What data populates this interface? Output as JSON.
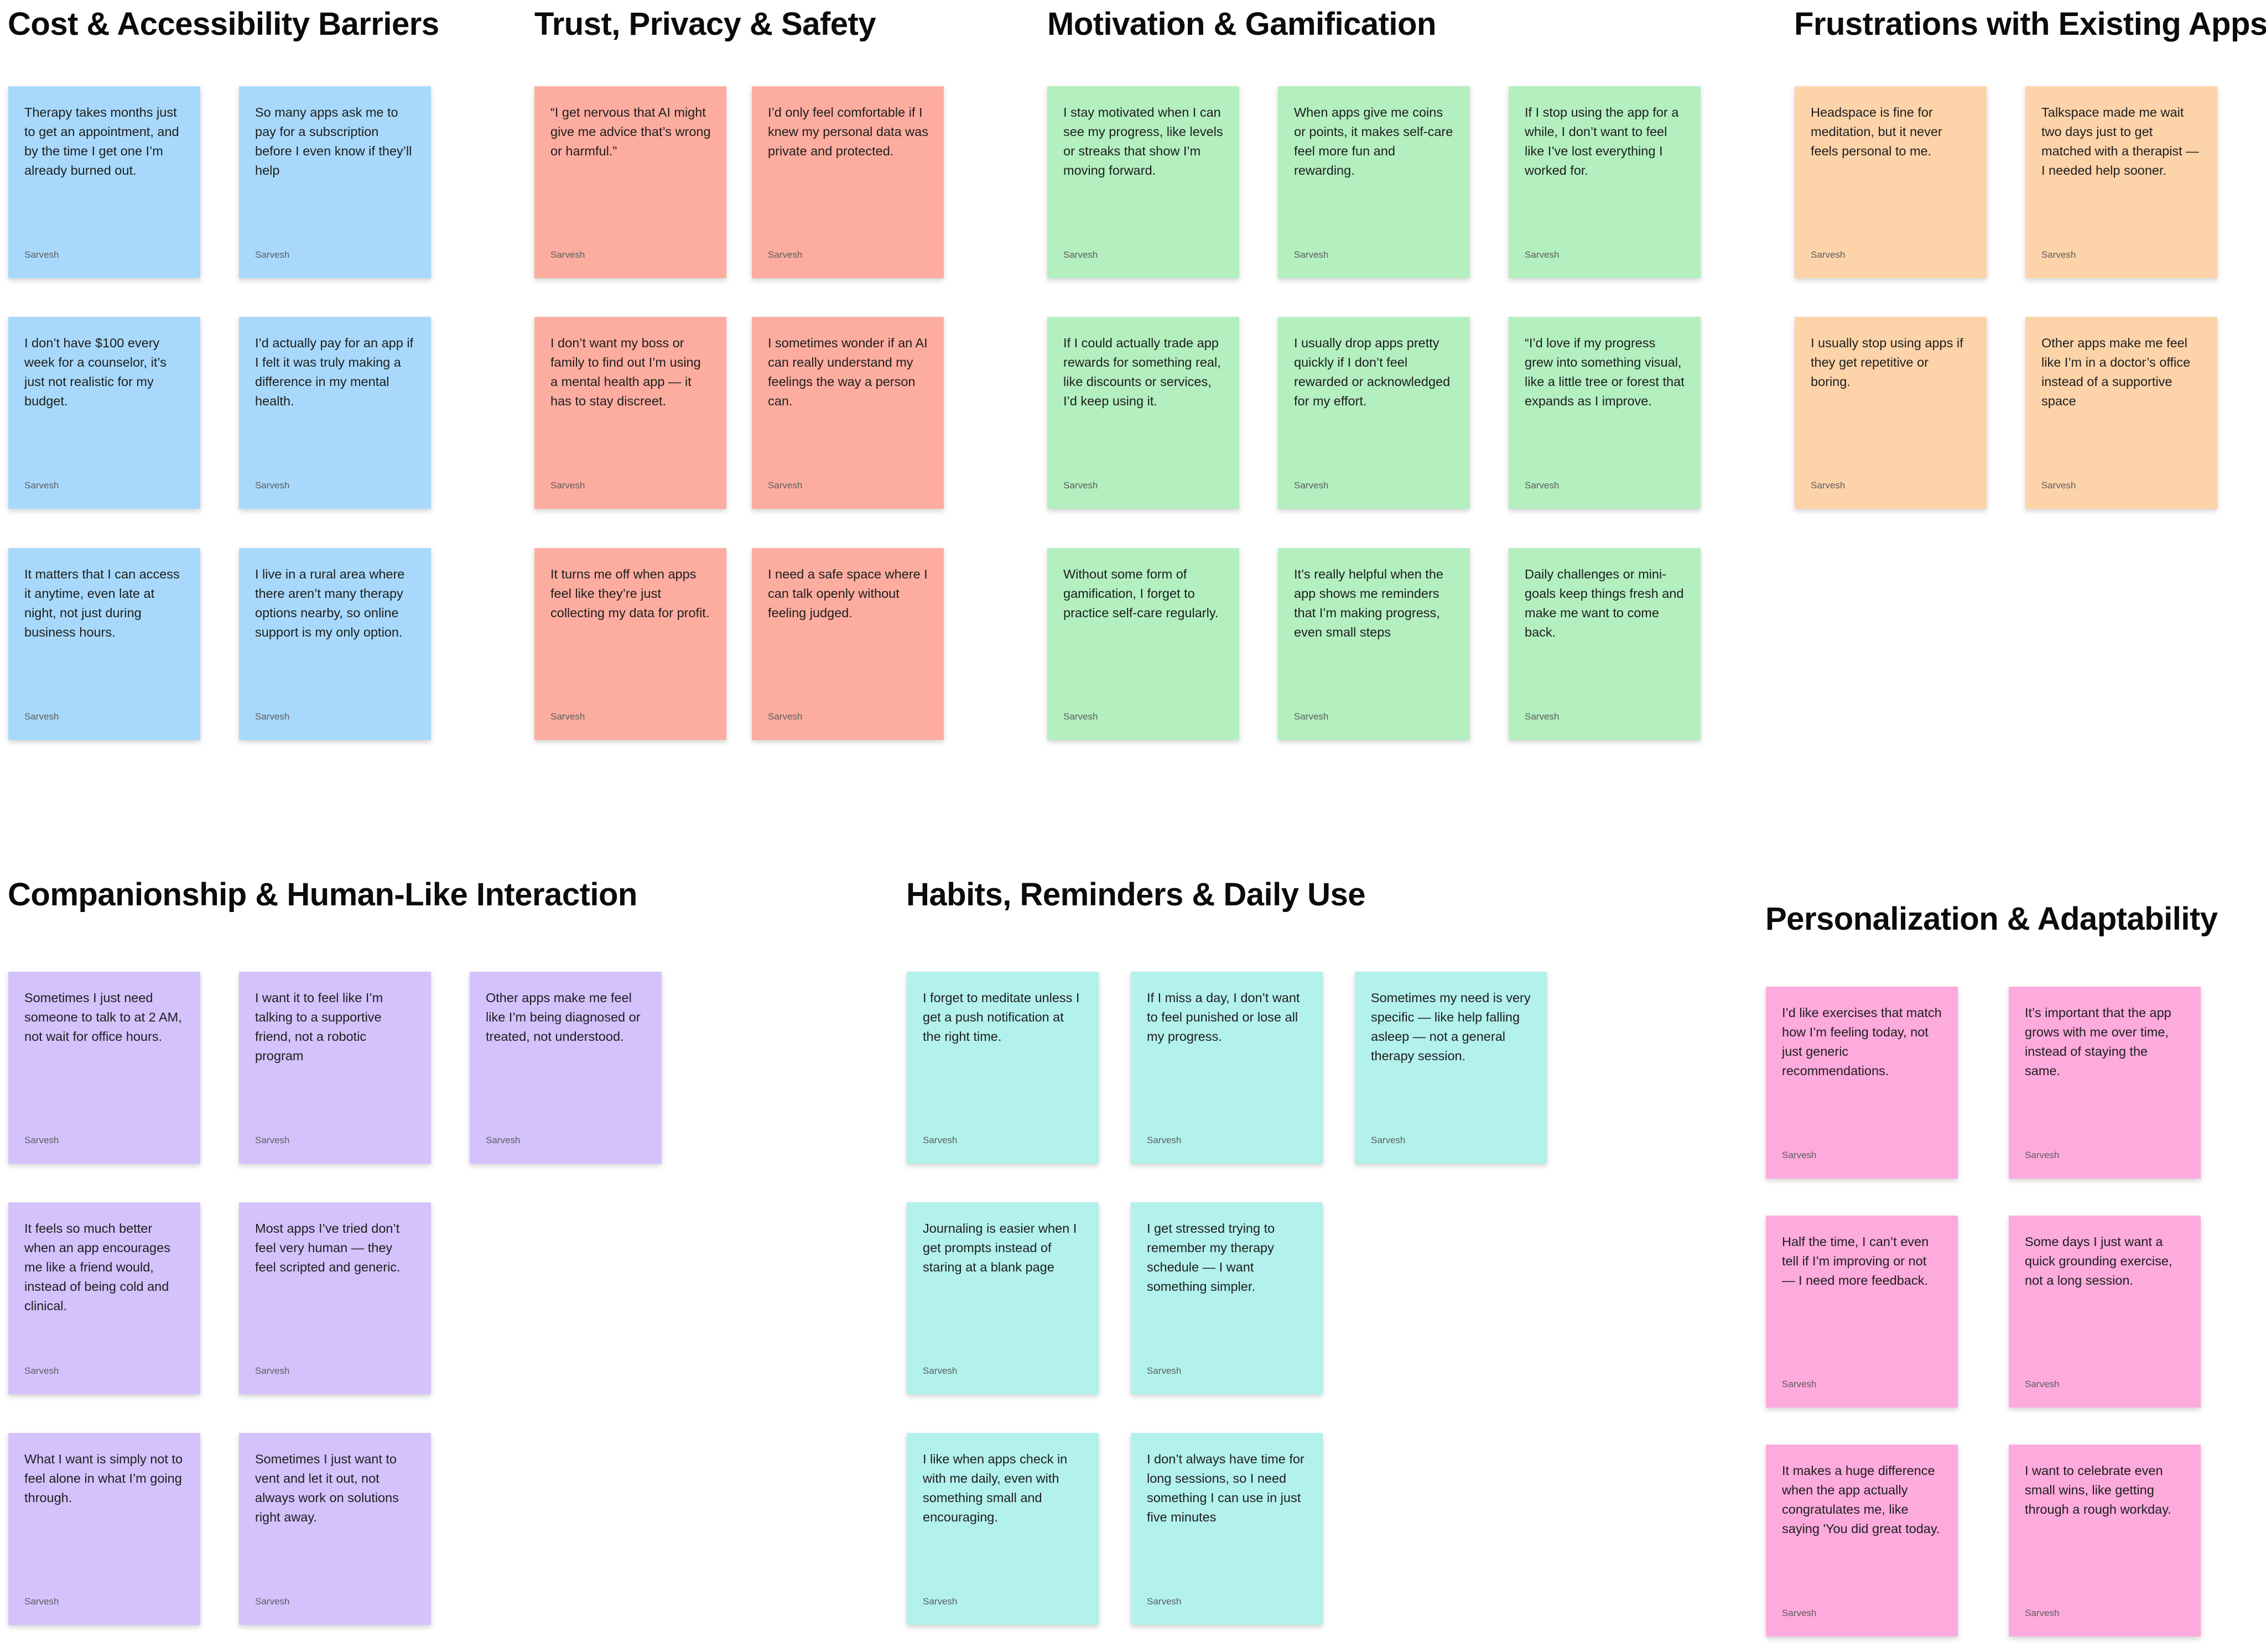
{
  "author": "Sarvesh",
  "colors": {
    "cost": "#a8d9fc",
    "trust": "#fdada0",
    "motivation": "#b3efbf",
    "frustrations": "#fdd3a9",
    "companionship": "#d4c2fd",
    "habits": "#b3f1ec",
    "personalization": "#fdaadc"
  },
  "groups": {
    "cost": {
      "title": "Cost & Accessibility Barriers",
      "notes": [
        "Therapy takes months just to get an appointment, and by the time I get one I’m already burned out.",
        "So many apps ask me to pay for a subscription before I even know if they’ll help",
        "I don’t have $100 every week for a counselor, it’s just not realistic for my budget.",
        "I’d actually pay for an app if I felt it was truly making a difference in my mental health.",
        "It matters that I can access it anytime, even late at night, not just during business hours.",
        "I live in a rural area where there aren’t many therapy options nearby, so online support is my only option."
      ]
    },
    "trust": {
      "title": "Trust, Privacy & Safety",
      "notes": [
        "“I get nervous that AI might give me advice that’s wrong or harmful.”",
        "I’d only feel comfortable if I knew my personal data was private and protected.",
        "I don’t want my boss or family to find out I’m using a mental health app — it has to stay discreet.",
        "I sometimes wonder if an AI can really understand my feelings the way a person can.",
        "It turns me off when apps feel like they’re just collecting my data for profit.",
        "I need a safe space where I can talk openly without feeling judged."
      ]
    },
    "motivation": {
      "title": "Motivation & Gamification",
      "notes": [
        "I stay motivated when I can see my progress, like levels or streaks that show I’m moving forward.",
        "When apps give me coins or points, it makes self-care feel more fun and rewarding.",
        "If I stop using the app for a while, I don’t want to feel like I’ve lost everything I worked for.",
        "If I could actually trade app rewards for something real, like discounts or services, I’d keep using it.",
        "I usually drop apps pretty quickly if I don’t feel rewarded or acknowledged for my effort.",
        "“I’d love if my progress grew into something visual, like a little tree or forest that expands as I improve.",
        "Without some form of gamification, I forget to practice self-care regularly.",
        "It’s really helpful when the app shows me reminders that I’m making progress, even small steps",
        "Daily challenges or mini-goals keep things fresh and make me want to come back."
      ]
    },
    "frustrations": {
      "title": "Frustrations with Existing Apps",
      "notes": [
        "Headspace is fine for meditation, but it never feels personal to me.",
        "Talkspace made me wait two days just to get matched with a therapist — I needed help sooner.",
        "I usually stop using apps if they get repetitive or boring.",
        "Other apps make me feel like I’m in a doctor’s office instead of a supportive space"
      ]
    },
    "companionship": {
      "title": "Companionship & Human-Like Interaction",
      "notes": [
        "Sometimes I just need someone to talk to at 2 AM, not wait for office hours.",
        "I want it to feel like I’m talking to a supportive friend, not a robotic program",
        "Other apps make me feel like I’m being diagnosed or treated, not understood.",
        "It feels so much better when an app encourages me like a friend would, instead of being cold and clinical.",
        "Most apps I’ve tried don’t feel very human — they feel scripted and generic.",
        "What I want is simply not to feel alone in what I’m going through.",
        "Sometimes I just want to vent and let it out, not always work on solutions right away."
      ]
    },
    "habits": {
      "title": "Habits, Reminders & Daily Use",
      "notes": [
        "I forget to meditate unless I get a push notification at the right time.",
        "If I miss a day, I don’t want to feel punished or lose all my progress.",
        "Sometimes my need is very specific — like help falling asleep — not a general therapy session.",
        "Journaling is easier when I get prompts instead of staring at a blank page",
        "I get stressed trying to remember my therapy schedule — I want something simpler.",
        "I like when apps check in with me daily, even with something small and encouraging.",
        "I don’t always have time for long sessions, so I need something I can use in just five minutes"
      ]
    },
    "personalization": {
      "title": "Personalization & Adaptability",
      "notes": [
        "I’d like exercises that match how I’m feeling today, not just generic recommendations.",
        "It’s important that the app grows with me over time, instead of staying the same.",
        "Half the time, I can’t even tell if I’m improving or not — I need more feedback.",
        "Some days I just want a quick grounding exercise, not a long session.",
        "It makes a huge difference when the app actually congratulates me, like saying 'You did great today.",
        "I want to celebrate even small wins, like getting through a rough workday."
      ]
    }
  }
}
